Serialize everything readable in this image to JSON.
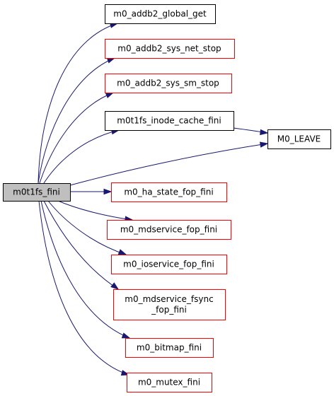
{
  "graph": {
    "root": {
      "label": "m0t1fs_fini",
      "fill": "#bfbfbf",
      "border": "#000000"
    },
    "callees": [
      {
        "id": "addb2-global-get",
        "lines": [
          "m0_addb2_global_get"
        ],
        "border": "#000000"
      },
      {
        "id": "addb2-sys-net-stop",
        "lines": [
          "m0_addb2_sys_net_stop"
        ],
        "border": "#ff0000"
      },
      {
        "id": "addb2-sys-sm-stop",
        "lines": [
          "m0_addb2_sys_sm_stop"
        ],
        "border": "#ff0000"
      },
      {
        "id": "inode-cache-fini",
        "lines": [
          "m0t1fs_inode_cache_fini"
        ],
        "border": "#000000"
      },
      {
        "id": "m0-leave",
        "lines": [
          "M0_LEAVE"
        ],
        "border": "#000000"
      },
      {
        "id": "ha-state-fop-fini",
        "lines": [
          "m0_ha_state_fop_fini"
        ],
        "border": "#ff0000"
      },
      {
        "id": "mdservice-fop-fini",
        "lines": [
          "m0_mdservice_fop_fini"
        ],
        "border": "#ff0000"
      },
      {
        "id": "ioservice-fop-fini",
        "lines": [
          "m0_ioservice_fop_fini"
        ],
        "border": "#ff0000"
      },
      {
        "id": "mdservice-fsync-fop-fini",
        "lines": [
          "m0_mdservice_fsync",
          "_fop_fini"
        ],
        "border": "#ff0000"
      },
      {
        "id": "bitmap-fini",
        "lines": [
          "m0_bitmap_fini"
        ],
        "border": "#ff0000"
      },
      {
        "id": "mutex-fini",
        "lines": [
          "m0_mutex_fini"
        ],
        "border": "#ff0000"
      }
    ],
    "edge_color": "#191970"
  }
}
